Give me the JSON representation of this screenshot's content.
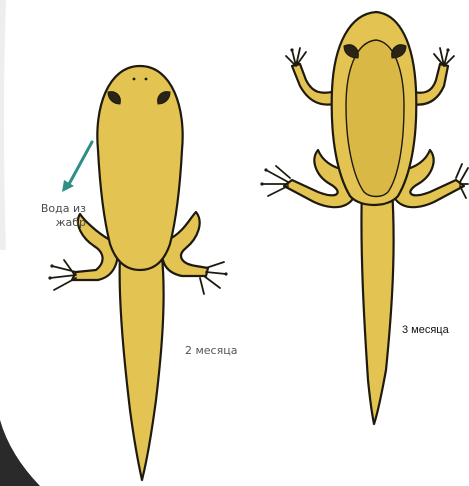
{
  "labels": {
    "water_line1": "Вода из",
    "water_line2": "жабр",
    "age_left": "2 месяца",
    "age_right": "3 месяца"
  },
  "colors": {
    "body_fill": "#e3c452",
    "belly_fill": "#d9b846",
    "outline": "#1e1a10",
    "arrow": "#2f8e86",
    "corner_dark": "#2a2a2a"
  }
}
